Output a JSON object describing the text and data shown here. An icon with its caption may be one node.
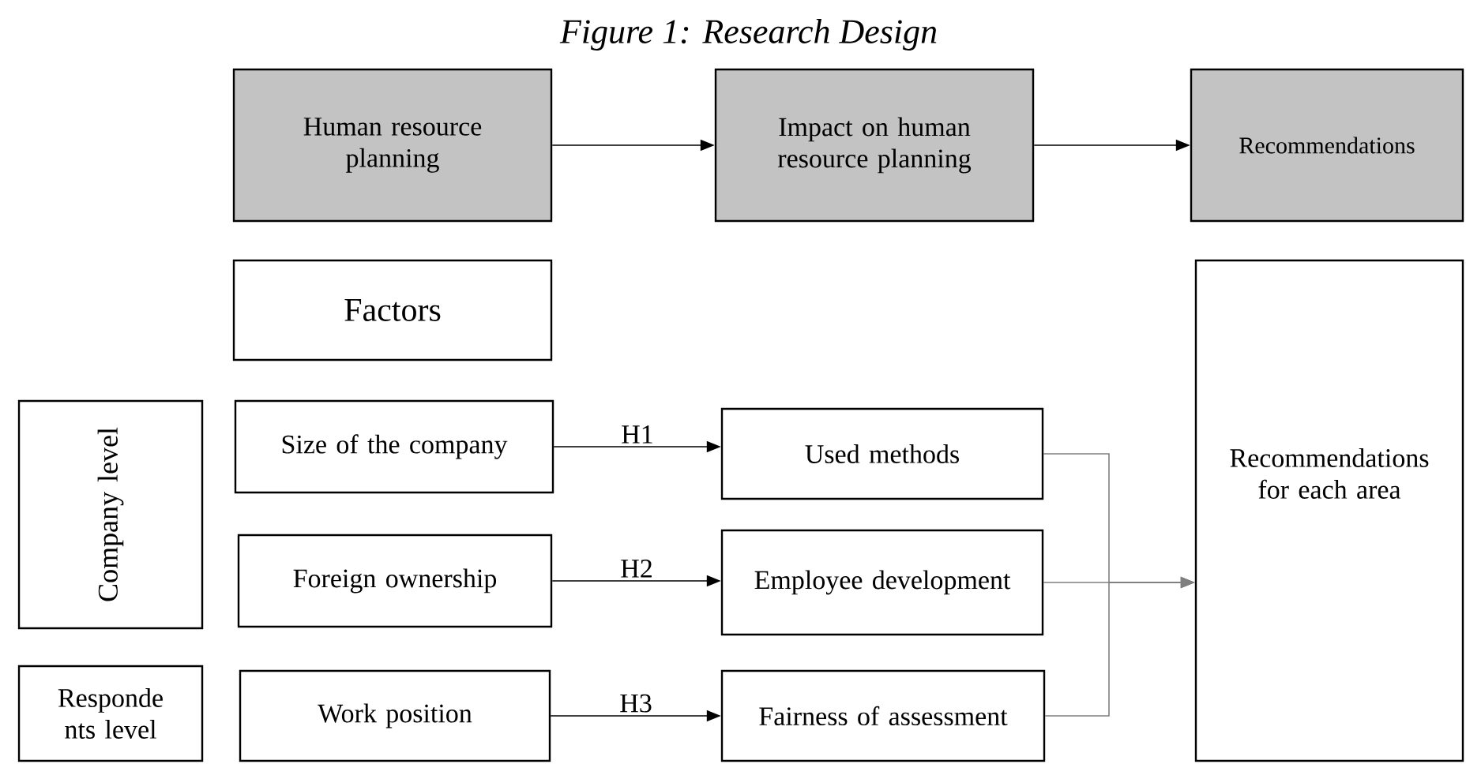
{
  "diagram": {
    "title": "Figure 1: Research Design",
    "nodes": [
      {
        "text": [
          "Human resource planning"
        ]
      },
      {
        "text": [
          "Impact on human resource planning"
        ]
      },
      {
        "text": [
          "Recommendations"
        ]
      },
      {
        "text": [
          "Factors"
        ]
      },
      {
        "text": [
          "Recommendations for each area"
        ]
      },
      {
        "text": [
          "Company level"
        ]
      },
      {
        "text": [
          "Size of the company"
        ]
      },
      {
        "text": [
          "Foreign ownership"
        ]
      },
      {
        "text": [
          "Responde nts level"
        ]
      },
      {
        "text": [
          "Work position"
        ]
      },
      {
        "text": [
          "Used methods"
        ]
      },
      {
        "text": [
          "Employee development"
        ]
      },
      {
        "text": [
          "Fairness of assessment"
        ]
      }
    ],
    "edges": [
      {
        "from": 0,
        "to": 1,
        "arrow": "to"
      },
      {
        "from": 1,
        "to": 2,
        "arrow": "to"
      },
      {
        "from": 6,
        "to": 10,
        "arrow": "to",
        "label": "H1"
      },
      {
        "from": 7,
        "to": 11,
        "arrow": "to",
        "label": "H2"
      },
      {
        "from": 9,
        "to": 12,
        "arrow": "to",
        "label": "H3"
      },
      {
        "from": 10,
        "to": 4,
        "arrow": "to",
        "color": "#7f7f7f"
      },
      {
        "from": 11,
        "to": 4,
        "arrow": "to",
        "color": "#7f7f7f"
      },
      {
        "from": 12,
        "to": 4,
        "arrow": "to",
        "color": "#7f7f7f"
      }
    ]
  }
}
